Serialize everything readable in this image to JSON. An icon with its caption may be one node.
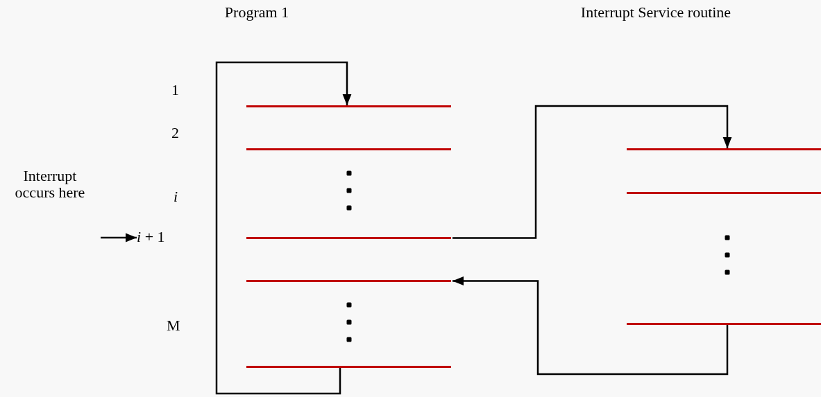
{
  "diagram": {
    "nodes": [
      {
        "text": [],
        "shape": "bar"
      },
      {
        "text": [],
        "shape": "bar"
      },
      {
        "text": [],
        "shape": "bar"
      },
      {
        "text": [],
        "shape": "bar"
      },
      {
        "text": [],
        "shape": "bar"
      },
      {
        "text": [],
        "shape": "bar"
      },
      {
        "text": [],
        "shape": "bar"
      },
      {
        "text": [],
        "shape": "bar"
      },
      {
        "text": [
          "*i* + 1"
        ]
      }
    ],
    "edges": [
      {
        "from": 4,
        "to": 0,
        "arrow": "to"
      },
      {
        "from": 2,
        "to": 5,
        "arrow": "to"
      },
      {
        "from": 7,
        "to": 3,
        "arrow": "to"
      },
      {
        "from": null,
        "to": 8,
        "arrow": "to"
      }
    ],
    "labels": [
      "Program 1",
      "Interrupt Service routine",
      "1",
      "2",
      "Interrupt occurs here",
      "i",
      "M"
    ]
  }
}
